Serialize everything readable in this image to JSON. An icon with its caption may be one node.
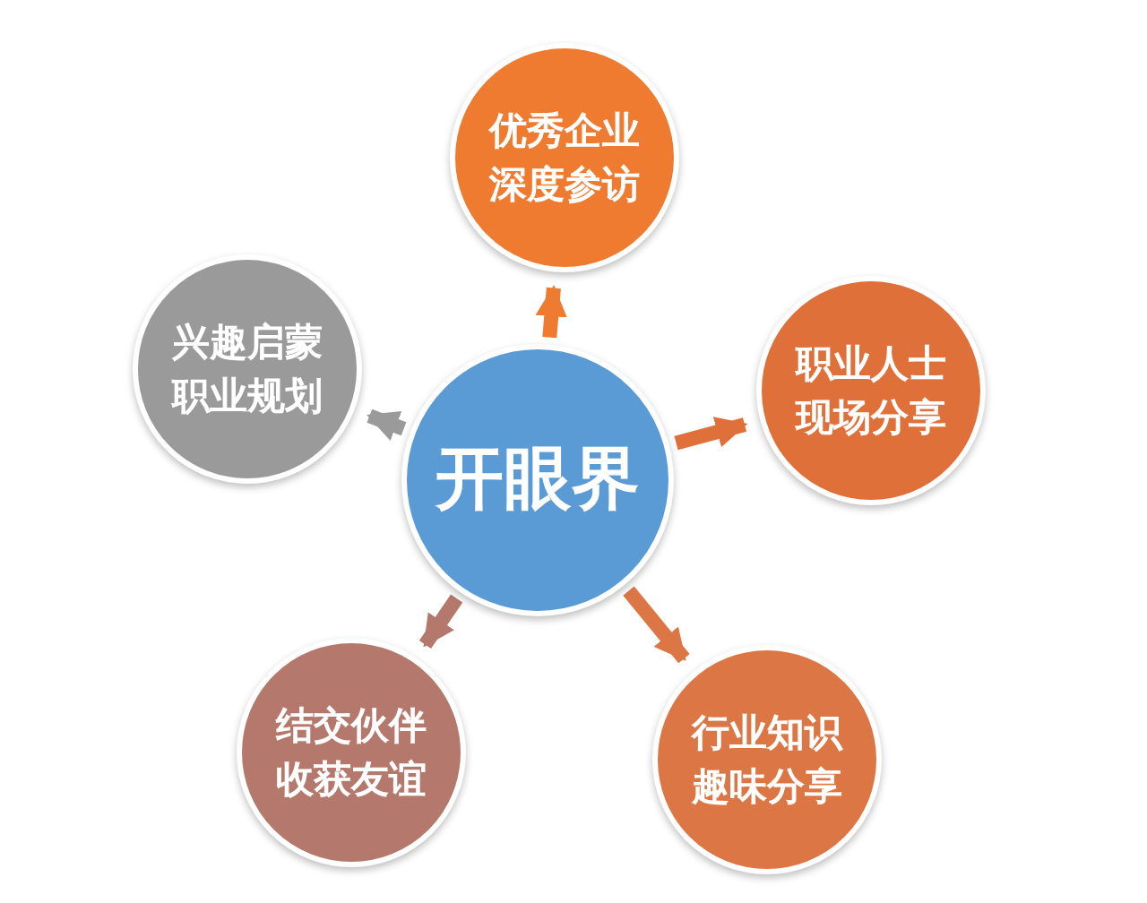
{
  "diagram": {
    "nodes": [
      {
        "text": [
          "开眼界"
        ]
      },
      {
        "text": [
          "优秀企业深度参访"
        ]
      },
      {
        "text": [
          "职业人士现场分享"
        ]
      },
      {
        "text": [
          "行业知识趣味分享"
        ]
      },
      {
        "text": [
          "结交伙伴收获友谊"
        ]
      },
      {
        "text": [
          "兴趣启蒙职业规划"
        ]
      }
    ],
    "edges": [
      {
        "from": 0,
        "to": 1,
        "arrow": "to",
        "color": "#ee7b30"
      },
      {
        "from": 0,
        "to": 2,
        "arrow": "to",
        "color": "#e0703a"
      },
      {
        "from": 0,
        "to": 3,
        "arrow": "to",
        "color": "#dc7644"
      },
      {
        "from": 0,
        "to": 4,
        "arrow": "to",
        "color": "#b5786c"
      },
      {
        "from": 0,
        "to": 5,
        "arrow": "to",
        "color": "#9a9a9a"
      }
    ]
  }
}
